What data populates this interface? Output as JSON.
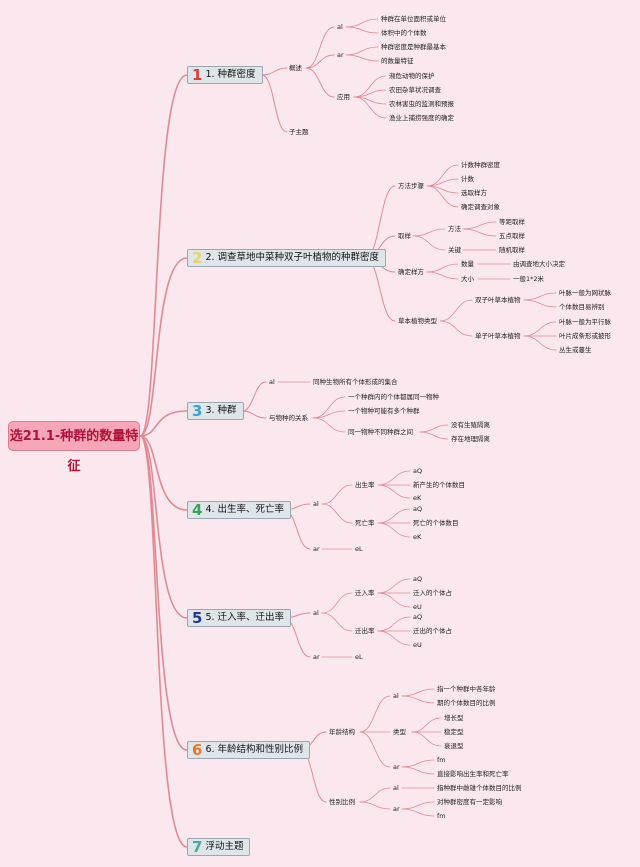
{
  "root": {
    "label": "选21.1-种群的数量特征"
  },
  "branches": [
    {
      "num": "1",
      "num_color": "#e23a3a",
      "label": "1. 种群密度"
    },
    {
      "num": "2",
      "num_color": "#e8d56a",
      "label": "2. 调查草地中菜种双子叶植物的种群密度"
    },
    {
      "num": "3",
      "num_color": "#3aa0d8",
      "label": "3. 种群"
    },
    {
      "num": "4",
      "num_color": "#3aa55a",
      "label": "4. 出生率、死亡率"
    },
    {
      "num": "5",
      "num_color": "#233a8a",
      "label": "5. 迁入率、迁出率"
    },
    {
      "num": "6",
      "num_color": "#e8782a",
      "label": "6. 年龄结构和性别比例"
    },
    {
      "num": "7",
      "num_color": "#4aa7a5",
      "label": "浮动主题"
    }
  ],
  "b1": {
    "gaishu": "概述",
    "zizhuti": "子主题",
    "al": "al",
    "ar": "ar",
    "yingyong": "应用",
    "al_1": "种群在单位面积或单位",
    "al_2": "体积中的个体数",
    "ar_1": "种群密度是种群最基本",
    "ar_2": "的数量特征",
    "yy_1": "濒危动物的保护",
    "yy_2": "农田杂草状况调查",
    "yy_3": "农林害虫的监测和预报",
    "yy_4": "渔业上捕捞强度的确定"
  },
  "b2": {
    "fangfa_buzhou": "方法步骤",
    "buzhou_1": "计数种群密度",
    "buzhou_2": "计数",
    "buzhou_3": "选取样方",
    "buzhou_4": "确定调查对象",
    "quyang": "取样",
    "fangfa": "方法",
    "fangfa_1": "等距取样",
    "fangfa_2": "五点取样",
    "guanjian": "关键",
    "guanjian_1": "随机取样",
    "queding": "确定样方",
    "shuliang": "数量",
    "shuliang_1": "由调查地大小决定",
    "daxiao": "大小",
    "daxiao_1": "一般1*2米",
    "caoben": "草本植物类型",
    "shuangzi": "双子叶草本植物",
    "sz_1": "叶脉一般为网状脉",
    "sz_2": "个体数目易辨别",
    "danzi": "单子叶草本植物",
    "dz_1": "叶脉一般为平行脉",
    "dz_2": "叶片成条形或披形",
    "dz_3": "丛生或蔓生"
  },
  "b3": {
    "al": "al",
    "al_1": "同种生物所有个体形成的集合",
    "wuzhong": "与物种的关系",
    "wz_1": "一个种群内的个体都属同一物种",
    "wz_2": "一个物种可能有多个种群",
    "wz_3": "同一物种不同种群之间",
    "wz_3a": "没有生殖隔离",
    "wz_3b": "存在地理隔离"
  },
  "b4": {
    "al": "al",
    "chusheng": "出生率",
    "cs_1": "aQ",
    "cs_2": "新产生的个体数目",
    "cs_3": "eK",
    "siwang": "死亡率",
    "sw_1": "aQ",
    "sw_2": "死亡的个体数目",
    "sw_3": "eK",
    "ar": "ar",
    "ar_1": "eL"
  },
  "b5": {
    "al": "al",
    "qianru": "迁入率",
    "qr_1": "aQ",
    "qr_2": "迁入的个体占",
    "qr_3": "eU",
    "qianchu": "迁出率",
    "qc_1": "aQ",
    "qc_2": "迁出的个体占",
    "qc_3": "eU",
    "ar": "ar",
    "ar_1": "eL"
  },
  "b6": {
    "nianling": "年龄结构",
    "al": "al",
    "al_1": "指一个种群中各年龄",
    "al_2": "期的个体数目的比例",
    "leixing": "类型",
    "lx_1": "增长型",
    "lx_2": "稳定型",
    "lx_3": "衰退型",
    "ar": "ar",
    "ar_1": "fm",
    "ar_2": "直接影响出生率和死亡率",
    "xingbie": "性别比例",
    "xb_al": "al",
    "xb_al_1": "指种群中雌雄个体数目的比例",
    "xb_ar": "ar",
    "xb_ar_1": "对种群密度有一定影响",
    "xb_ar_2": "fm"
  },
  "colors": {
    "background": "#fbe8ee",
    "root_fill": "#f7a6b7",
    "root_text": "#b0143a",
    "branch_fill": "#dfe6ea",
    "link": "#e08a96"
  }
}
